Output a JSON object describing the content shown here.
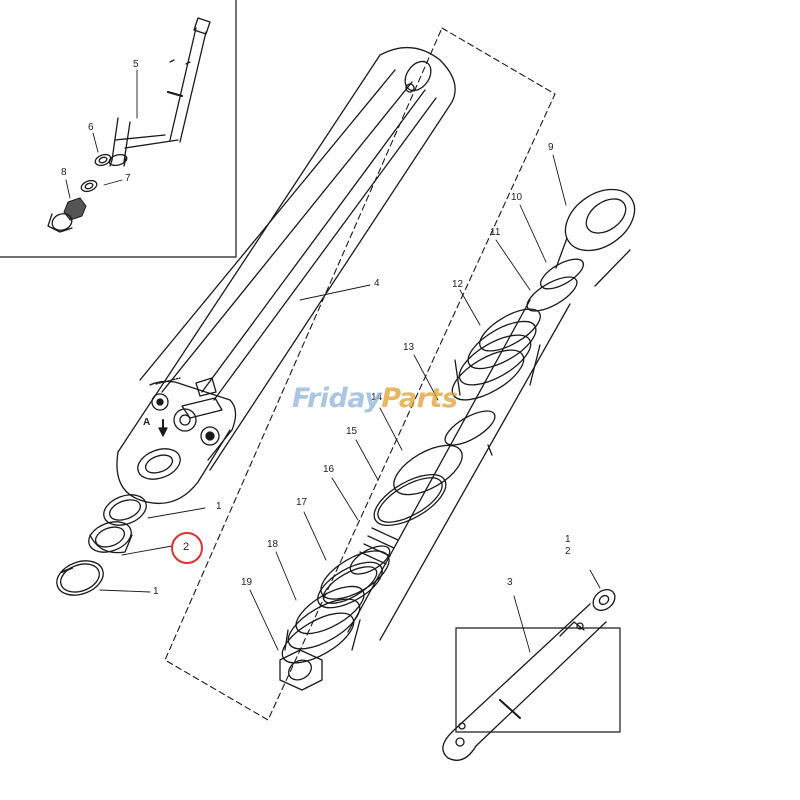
{
  "watermark": {
    "part1": "Friday",
    "part2": "Parts"
  },
  "cylinder_marking": "A",
  "callouts": {
    "c1a": "1",
    "c1b": "1",
    "c2": "2",
    "c3": "3",
    "c4": "4",
    "c5": "5",
    "c6": "6",
    "c7": "7",
    "c8": "8",
    "c9": "9",
    "c10": "10",
    "c11": "11",
    "c12": "12",
    "c13": "13",
    "c14": "14",
    "c15": "15",
    "c16": "16",
    "c17": "17",
    "c18": "18",
    "c19": "19",
    "c1c": "1",
    "c2c": "2"
  },
  "highlighted_callout": "2",
  "colors": {
    "line": "#1a1a1a",
    "highlight": "#e03030",
    "watermark_blue": "#8fb3d9",
    "watermark_orange": "#e0a030"
  }
}
